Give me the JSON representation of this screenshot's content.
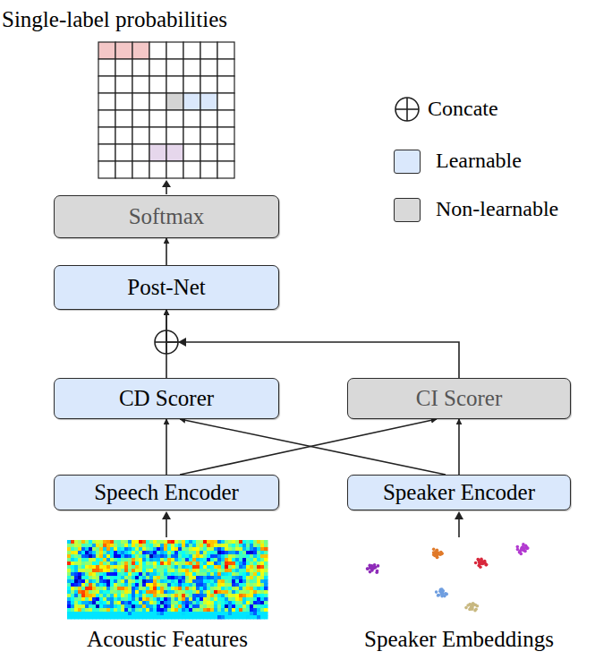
{
  "diagram": {
    "title": "Single-label probabilities",
    "nodes": [
      {
        "text": [
          "Softmax"
        ]
      },
      {
        "text": [
          "Post-Net"
        ]
      },
      {
        "text": [
          "CD Scorer"
        ]
      },
      {
        "text": [
          "CI Scorer"
        ]
      },
      {
        "text": [
          "Speech Encoder"
        ]
      },
      {
        "text": [
          "Speaker Encoder"
        ]
      }
    ],
    "edges": [
      {
        "from": 4,
        "to": 2,
        "arrow": "to"
      },
      {
        "from": 4,
        "to": 3,
        "arrow": "to"
      },
      {
        "from": 5,
        "to": 2,
        "arrow": "to"
      },
      {
        "from": 5,
        "to": 3,
        "arrow": "to"
      },
      {
        "from": 2,
        "to": 1,
        "arrow": "to"
      },
      {
        "from": 3,
        "to": 1,
        "arrow": "to"
      },
      {
        "from": 1,
        "to": 0,
        "arrow": "to"
      }
    ],
    "labels": [
      "Acoustic Features",
      "Speaker Embeddings"
    ],
    "legend": [
      {
        "text": "Concate"
      },
      {
        "text": "Learnable",
        "color": "#dae8fc"
      },
      {
        "text": "Non-learnable",
        "color": "#d9d9d9"
      }
    ]
  }
}
